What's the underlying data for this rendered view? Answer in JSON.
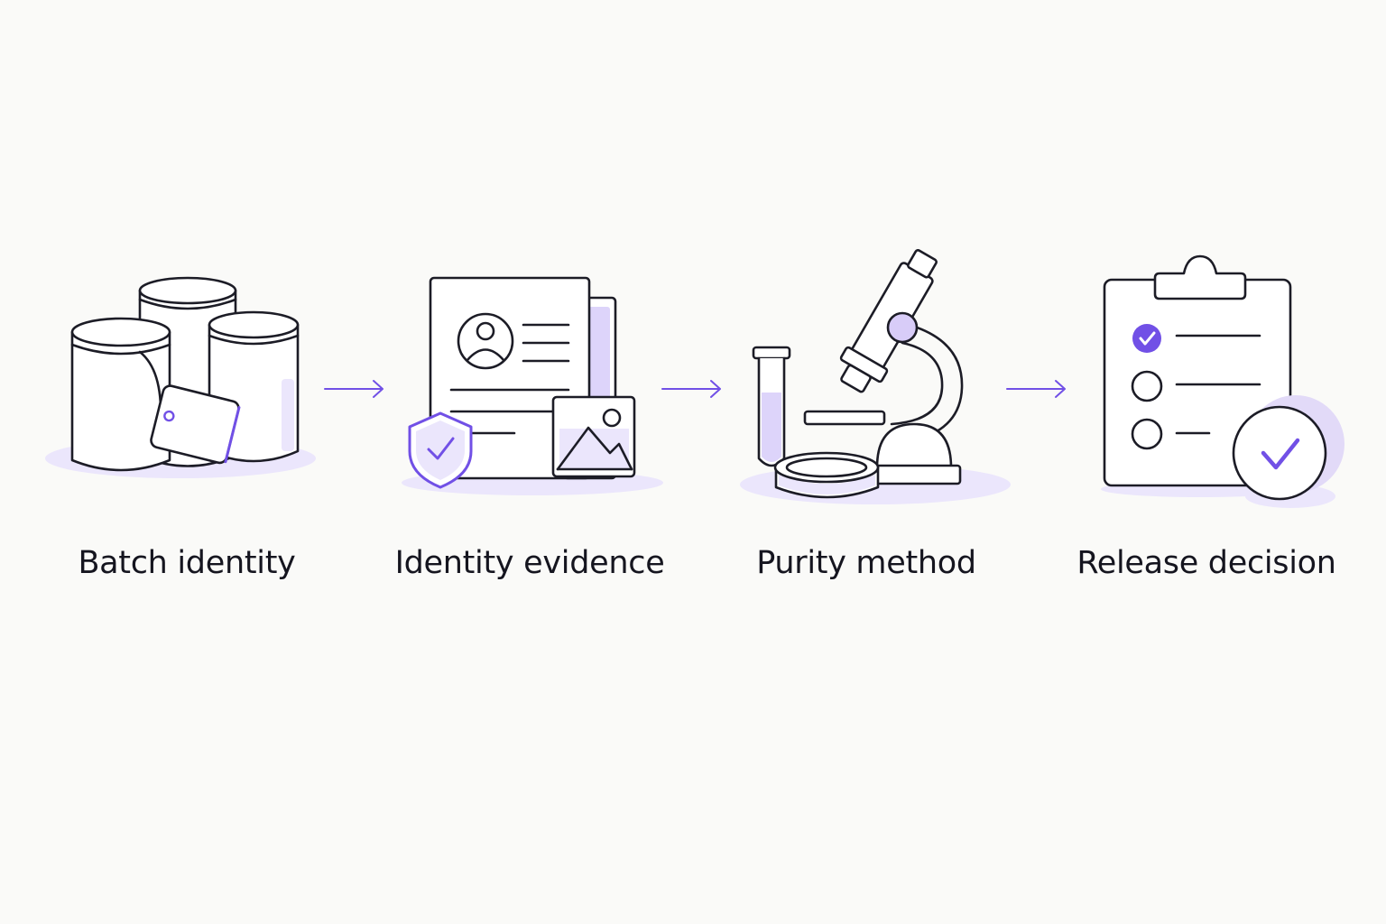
{
  "steps": [
    {
      "label": "Batch identity",
      "icon": "containers-with-tag-icon"
    },
    {
      "label": "Identity evidence",
      "icon": "document-with-shield-icon"
    },
    {
      "label": "Purity method",
      "icon": "microscope-test-tube-icon"
    },
    {
      "label": "Release decision",
      "icon": "checklist-clipboard-icon"
    }
  ],
  "colors": {
    "accent": "#7150e6",
    "line": "#1c1c26",
    "tint": "#ebe6fc",
    "background": "#fafaf8"
  }
}
